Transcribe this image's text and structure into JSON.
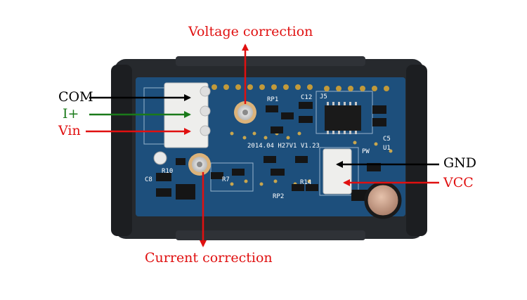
{
  "labels": {
    "voltage_correction": "Voltage correction",
    "current_correction": "Current correction",
    "com": "COM",
    "i_plus": "I+",
    "vin": "Vin",
    "gnd": "GND",
    "vcc": "VCC"
  },
  "pcb_text": {
    "rp1": "RP1",
    "rp2": "RP2",
    "c12": "C12",
    "version": "2014.04  H27V1  V1.23",
    "r10": "R10",
    "r7": "R7",
    "r14": "R14",
    "u1": "U1",
    "pw": "PW",
    "c8": "C8",
    "c5": "C5",
    "j5": "J5"
  },
  "colors": {
    "red_label": "#e01010",
    "green_label": "#1a7a1a",
    "black_label": "#000000",
    "board": "#1d4f7c",
    "case": "#26292d"
  }
}
